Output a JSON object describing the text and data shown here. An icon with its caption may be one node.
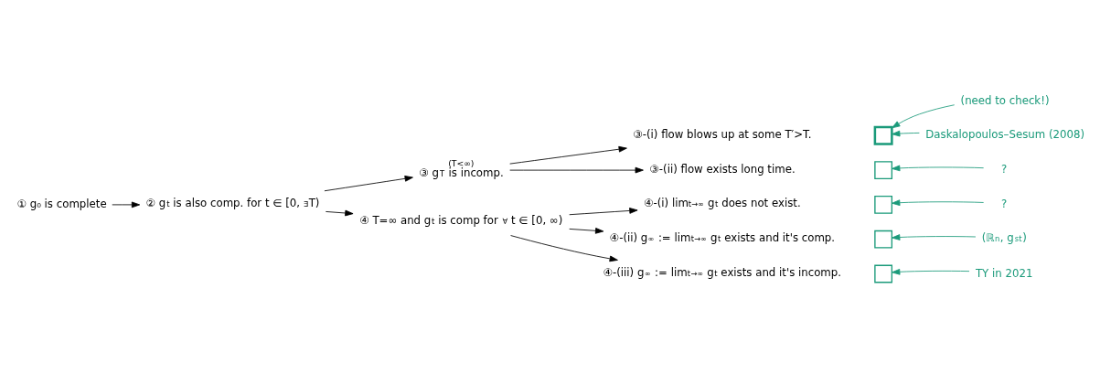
{
  "diagram": {
    "nodes": [
      {
        "text": [
          "① g₀ is complete"
        ]
      },
      {
        "text": [
          "② g$_{t}$ is also comp. for t ∈ [0, $^{∃}$T)"
        ]
      },
      {
        "text": [
          "③ g$_{T}$ is incomp."
        ],
        "beside": [
          "(T<∞)"
        ]
      },
      {
        "text": [
          "④ T=∞ and g$_{t}$ is comp for $^{∀}$ t ∈ [0, ∞)"
        ]
      },
      {
        "text": [
          "③-(i) flow blows up at some T′>T."
        ]
      },
      {
        "text": [
          "③-(ii) flow exists long time."
        ]
      },
      {
        "text": [
          "④-(i) lim$_{t→∞}$ g$_{t}$ does not exist."
        ]
      },
      {
        "text": [
          "④-(ii) g$_{∞}$ := lim$_{t→∞}$ g$_{t}$ exists and it's comp."
        ]
      },
      {
        "text": [
          "④-(iii) g$_{∞}$ := lim$_{t→∞}$ g$_{t}$ exists and it's incomp."
        ]
      },
      {
        "text": [],
        "shape": "checkbox"
      },
      {
        "text": [],
        "shape": "box"
      },
      {
        "text": [],
        "shape": "box"
      },
      {
        "text": [],
        "shape": "box"
      },
      {
        "text": [],
        "shape": "box"
      },
      {
        "text": [
          "(need to check!)"
        ]
      },
      {
        "text": [
          "Daskalopoulos–Sesum (2008)"
        ]
      },
      {
        "text": [
          "?"
        ]
      },
      {
        "text": [
          "?"
        ]
      },
      {
        "text": [
          "(ℝ$^{n}$, g$_{st}$)"
        ]
      },
      {
        "text": [
          "TY in 2021"
        ]
      }
    ],
    "edges": [
      {
        "from": 0,
        "to": 1,
        "arrow": "to"
      },
      {
        "from": 1,
        "to": 2,
        "arrow": "to"
      },
      {
        "from": 1,
        "to": 3,
        "arrow": "to"
      },
      {
        "from": 2,
        "to": 4,
        "arrow": "to"
      },
      {
        "from": 2,
        "to": 5,
        "arrow": "to"
      },
      {
        "from": 3,
        "to": 6,
        "arrow": "to"
      },
      {
        "from": 3,
        "to": 7,
        "arrow": "to"
      },
      {
        "from": 3,
        "to": 8,
        "arrow": "to"
      },
      {
        "from": 14,
        "to": 9,
        "arrow": "to",
        "color": "#1a9a7a"
      },
      {
        "from": 15,
        "to": 9,
        "arrow": "to",
        "color": "#1a9a7a"
      },
      {
        "from": 16,
        "to": 10,
        "arrow": "to",
        "color": "#1a9a7a"
      },
      {
        "from": 17,
        "to": 11,
        "arrow": "to",
        "color": "#1a9a7a"
      },
      {
        "from": 18,
        "to": 12,
        "arrow": "to",
        "color": "#1a9a7a"
      },
      {
        "from": 19,
        "to": 13,
        "arrow": "to",
        "color": "#1a9a7a"
      }
    ]
  }
}
